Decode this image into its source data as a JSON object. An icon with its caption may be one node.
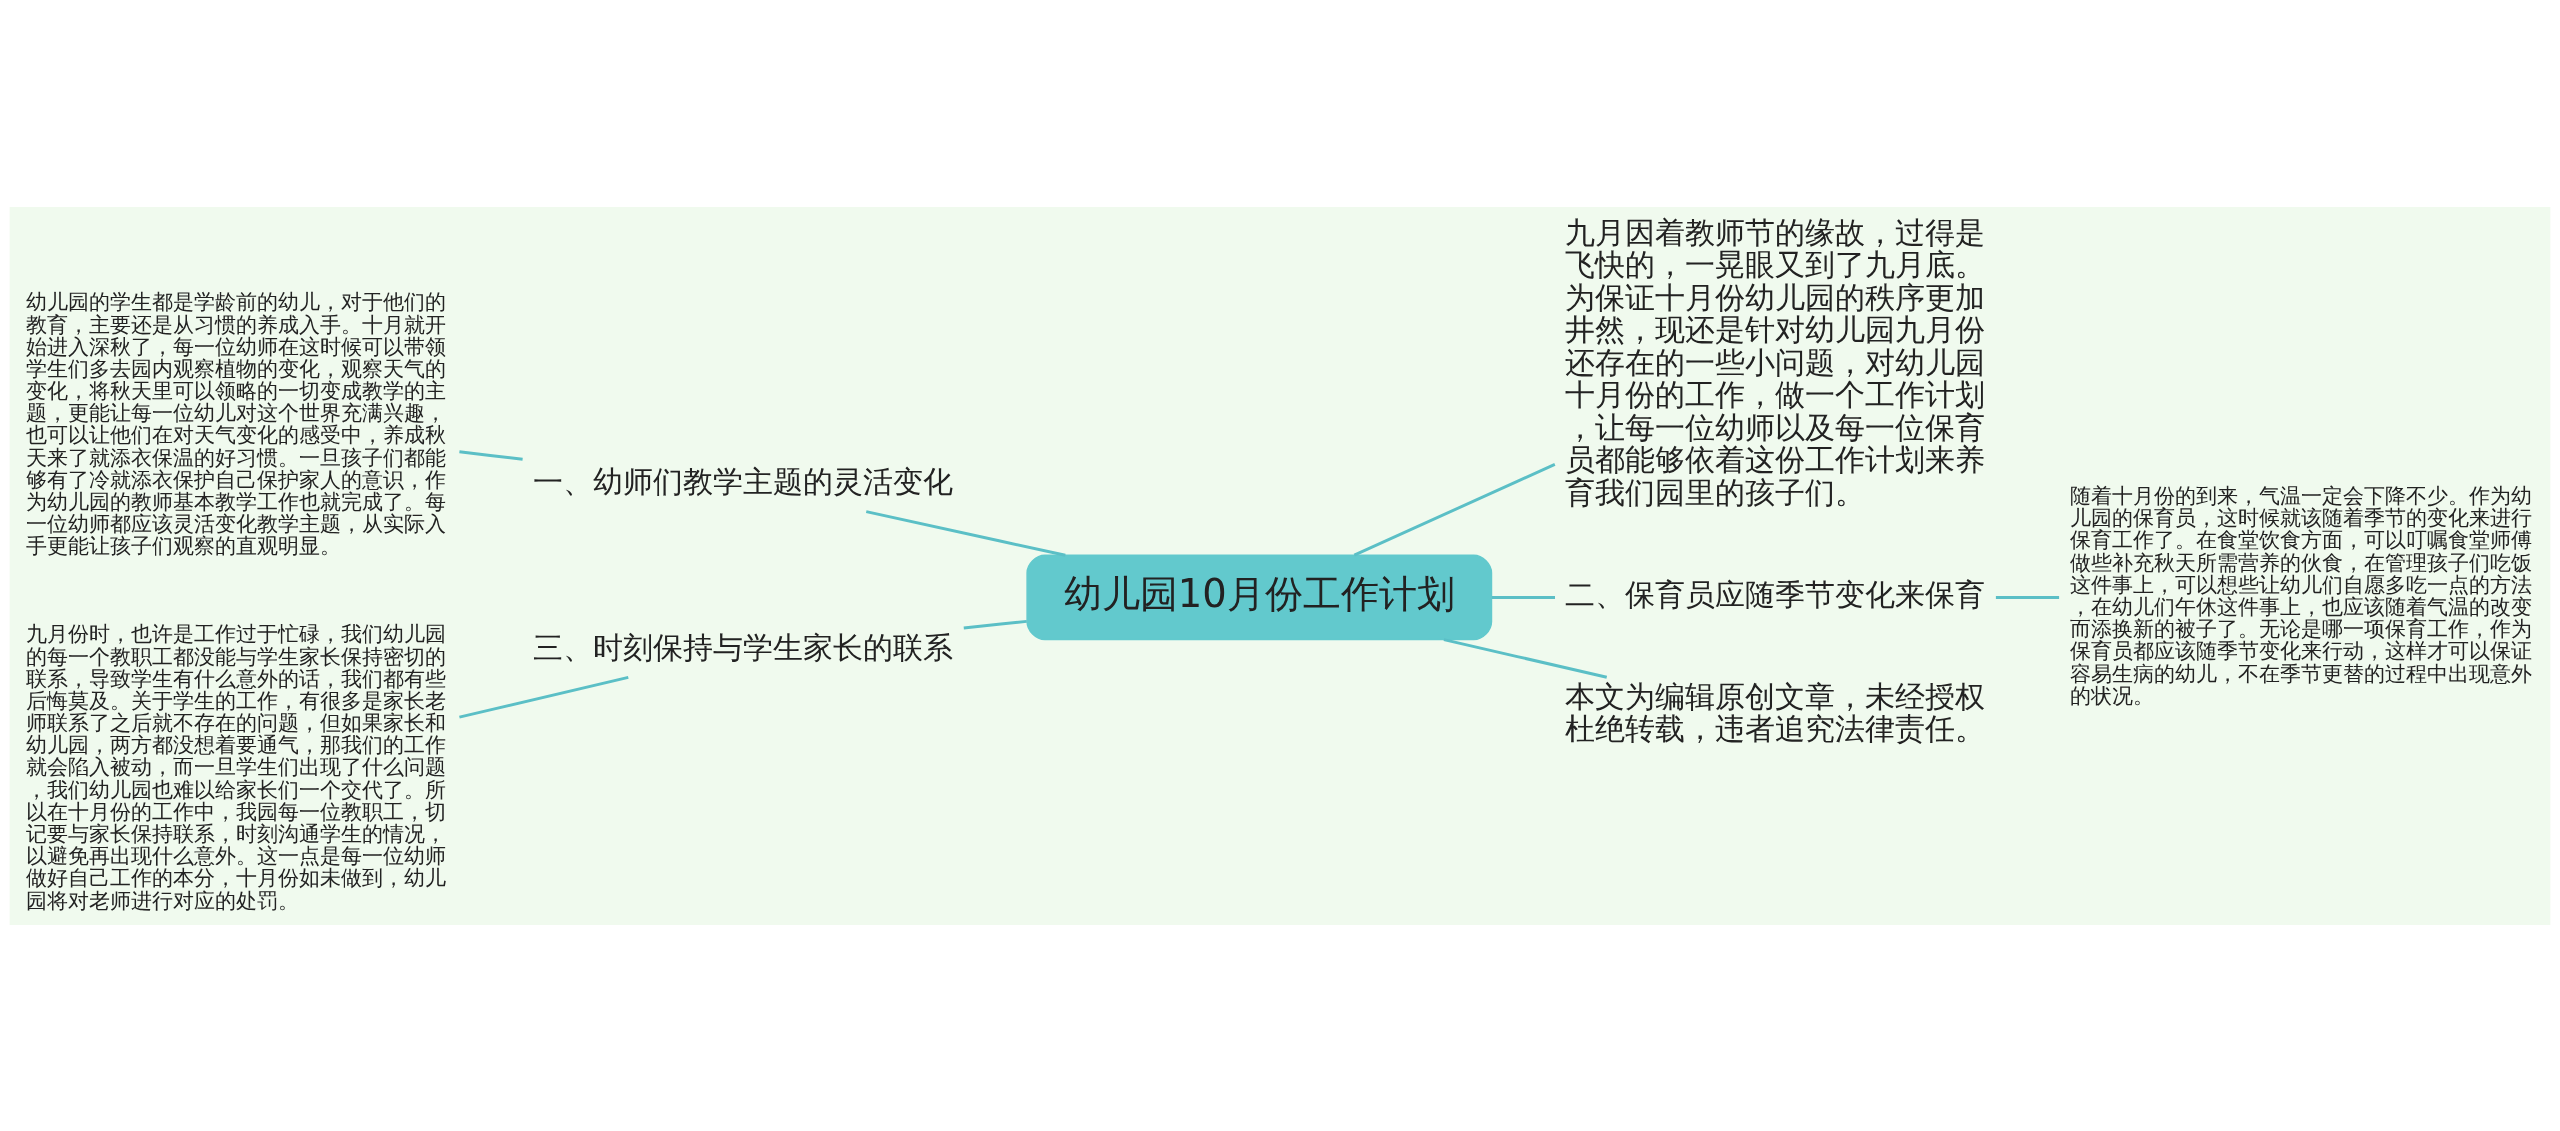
{
  "diagram": {
    "nodes": [
      {
        "text": [
          "幼儿园10月份工作计划"
        ]
      },
      {
        "text": [
          "一、幼师们教学主题的灵活变化"
        ]
      },
      {
        "text": [
          "幼儿园的学生都是学龄前的幼儿，对于他们的教育，主要还是从习惯的养成入手。十月就开始进入深秋了，每一位幼师在这时候可以带领学生们多去园内观察植物的变化，观察天气的变化，将秋天里可以领略的一切变成教学的主题，更能让每一位幼儿对这个世界充满兴趣，也可以让他们在对天气变化的感受中，养成秋天来了就添衣保温的好习惯。一旦孩子们都能够有了冷就添衣保护自己保护家人的意识，作为幼儿园的教师基本教学工作也就完成了。每一位幼师都应该灵活变化教学主题，从实际入手更能让孩子们观察的直观明显。"
        ]
      },
      {
        "text": [
          "三、时刻保持与学生家长的联系"
        ]
      },
      {
        "text": [
          "九月份时，也许是工作过于忙碌，我们幼儿园的每一个教职工都没能与学生家长保持密切的联系，导致学生有什么意外的话，我们都有些后悔莫及。关于学生的工作，有很多是家长老师联系了之后就不存在的问题，但如果家长和幼儿园，两方都没想着要通气，那我们的工作就会陷入被动，而一旦学生们出现了什么问题，我们幼儿园也难以给家长们一个交代了。所以在十月份的工作中，我园每一位教职工，切记要与家长保持联系，时刻沟通学生的情况，以避免再出现什么意外。这一点是每一位幼师做好自己工作的本分，十月份如未做到，幼儿园将对老师进行对应的处罚。"
        ]
      },
      {
        "text": [
          "九月因着教师节的缘故，过得是飞快的，一晃眼又到了九月底。为保证十月份幼儿园的秩序更加井然，现还是针对幼儿园九月份还存在的一些小问题，对幼儿园十月份的工作，做一个工作计划，让每一位幼师以及每一位保育员都能够依着这份工作计划来养育我们园里的孩子们。"
        ]
      },
      {
        "text": [
          "二、保育员应随季节变化来保育"
        ]
      },
      {
        "text": [
          "随着十月份的到来，气温一定会下降不少。作为幼儿园的保育员，这时候就该随着季节的变化来进行保育工作了。在食堂饮食方面，可以叮嘱食堂师傅做些补充秋天所需营养的伙食，在管理孩子们吃饭这件事上，可以想些让幼儿们自愿多吃一点的方法，在幼儿们午休这件事上，也应该随着气温的改变而添换新的被子了。无论是哪一项保育工作，作为保育员都应该随季节变化来行动，这样才可以保证容易生病的幼儿，不在季节更替的过程中出现意外的状况。"
        ]
      },
      {
        "text": [
          "本文为编辑原创文章，未经授权杜绝转载，违者追究法律责任。"
        ]
      }
    ],
    "edges": [
      {
        "from": 0,
        "to": 1,
        "arrow": "none"
      },
      {
        "from": 1,
        "to": 2,
        "arrow": "none"
      },
      {
        "from": 0,
        "to": 3,
        "arrow": "none"
      },
      {
        "from": 3,
        "to": 4,
        "arrow": "none"
      },
      {
        "from": 0,
        "to": 5,
        "arrow": "none"
      },
      {
        "from": 0,
        "to": 6,
        "arrow": "none"
      },
      {
        "from": 6,
        "to": 7,
        "arrow": "none"
      },
      {
        "from": 0,
        "to": 8,
        "arrow": "none"
      }
    ]
  }
}
